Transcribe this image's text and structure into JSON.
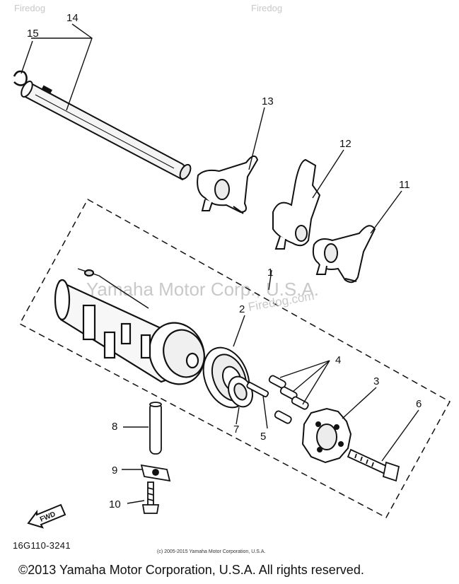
{
  "watermarks": {
    "main": "Yamaha Motor Corp., U.S.A.",
    "site": "Firedog.com",
    "corner_left": "Firedog",
    "corner_right": "Firedog"
  },
  "callouts": [
    "1",
    "2",
    "3",
    "4",
    "5",
    "6",
    "7",
    "8",
    "9",
    "10",
    "11",
    "12",
    "13",
    "14",
    "15"
  ],
  "fwd_label": "FWD",
  "part_number": "16G110-3241",
  "small_copyright": "(c) 2005-2015 Yamaha Motor Corporation, U.S.A.",
  "footer_copyright": "©2013 Yamaha Motor Corporation, U.S.A. All rights reserved."
}
